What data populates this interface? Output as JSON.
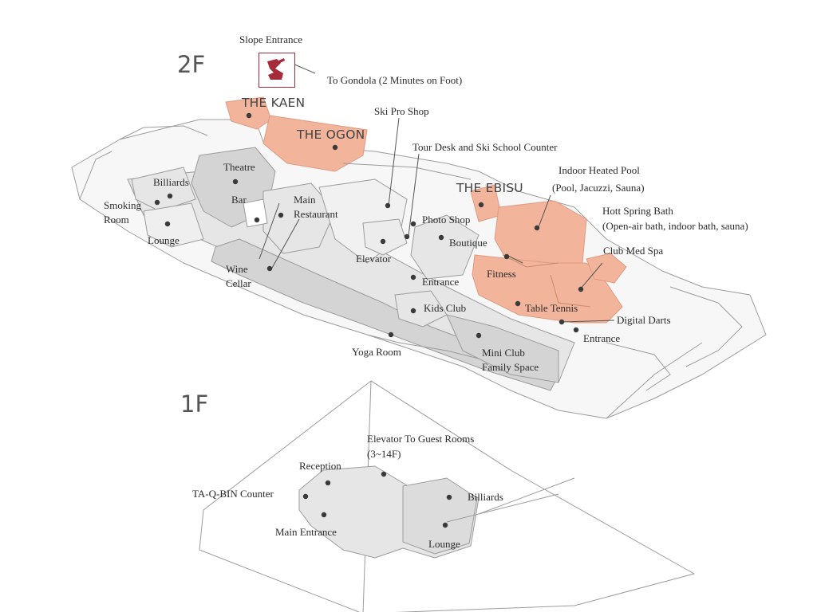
{
  "floors": {
    "upper": "2F",
    "lower": "1F"
  },
  "colors": {
    "highlight": "#f2b49a",
    "highlight_stroke": "#e09a80",
    "shade": "#e6e6e6",
    "shade_dark": "#d4d4d4",
    "outline": "#9c9c9c",
    "brand": "#a52a3a",
    "dot": "#3a3a3a",
    "text": "#2b2b2b"
  },
  "slope_entrance": {
    "label": "Slope Entrance",
    "logo_icon": "ski-slope-icon",
    "gondola_note": "To Gondola (2 Minutes on Foot)"
  },
  "venues_2f": {
    "kaen": "THE KAEN",
    "ogon": "THE OGON",
    "ebisu": "THE EBISU"
  },
  "labels_2f": {
    "ski_pro_shop": "Ski Pro Shop",
    "tour_desk": "Tour Desk and Ski School Counter",
    "theatre": "Theatre",
    "billiards": "Billiards",
    "smoking_room_1": "Smoking",
    "smoking_room_2": "Room",
    "bar": "Bar",
    "main_restaurant_1": "Main",
    "main_restaurant_2": "Restaurant",
    "lounge": "Lounge",
    "photo_shop": "Photo Shop",
    "boutique": "Boutique",
    "elevator": "Elevator",
    "wine_cellar_1": "Wine",
    "wine_cellar_2": "Cellar",
    "entrance_center": "Entrance",
    "kids_club": "Kids Club",
    "yoga_room": "Yoga Room",
    "mini_club_1": "Mini Club",
    "mini_club_2": "Family Space",
    "indoor_pool_1": "Indoor Heated Pool",
    "indoor_pool_2": "(Pool, Jacuzzi, Sauna)",
    "hot_spring_1": "Hott Spring Bath",
    "hot_spring_2": "(Open-air bath, indoor bath, sauna)",
    "club_med_spa": "Club Med Spa",
    "fitness": "Fitness",
    "table_tennis": "Table Tennis",
    "digital_darts": "Digital Darts",
    "entrance_east": "Entrance"
  },
  "labels_1f": {
    "elevator_guest_1": "Elevator To Guest Rooms",
    "elevator_guest_2": "(3~14F)",
    "reception": "Reception",
    "taqbin": "TA-Q-BIN Counter",
    "billiards": "Billiards",
    "main_entrance": "Main Entrance",
    "lounge": "Lounge"
  }
}
